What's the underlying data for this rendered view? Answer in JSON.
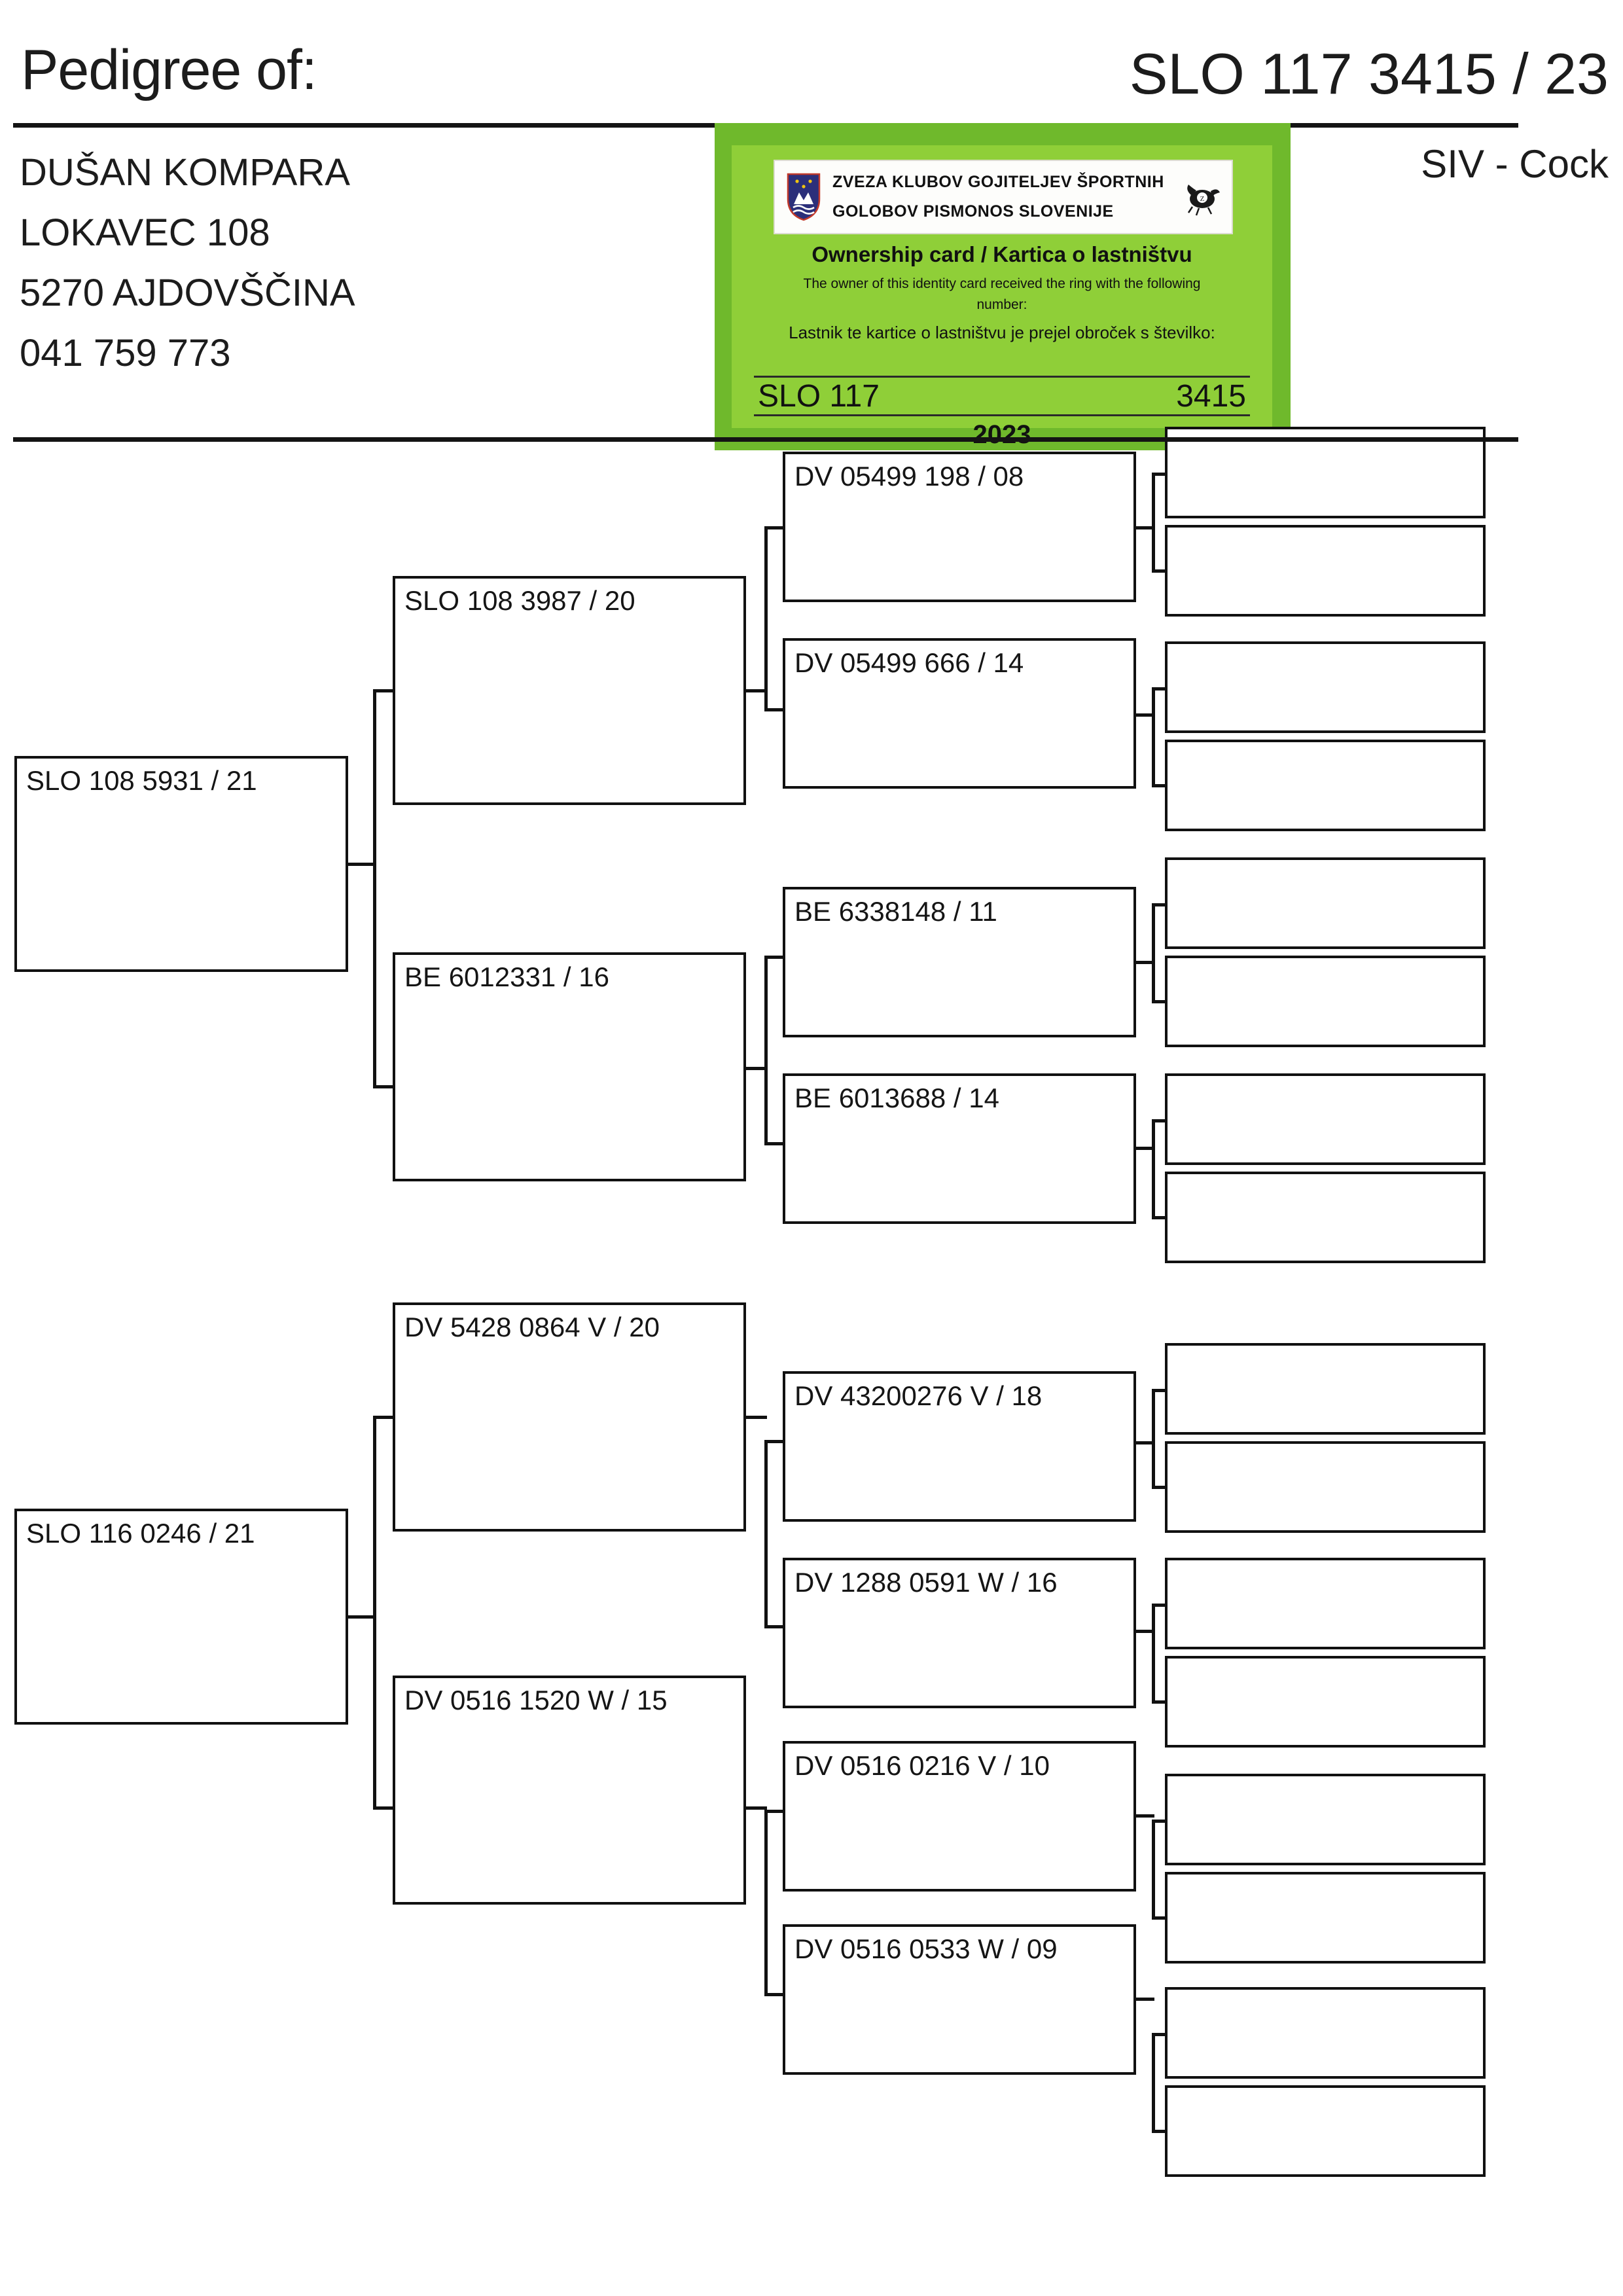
{
  "header": {
    "title": "Pedigree of:",
    "ring_number": "SLO 117 3415 / 23",
    "sex_color": "SIV - Cock",
    "owner": {
      "name": "DUŠAN KOMPARA",
      "street": "LOKAVEC 108",
      "city": "5270 AJDOVŠČINA",
      "phone": "041 759 773"
    }
  },
  "ownership_card": {
    "org_line1": "ZVEZA KLUBOV GOJITELJEV ŠPORTNIH",
    "org_line2": "GOLOBOV PISMONOS SLOVENIJE",
    "title": "Ownership card / Kartica o lastništvu",
    "text_en": "The owner of this identity card received the ring with the following number:",
    "text_sl": "Lastnik te kartice o lastništvu je prejel obroček s številko:",
    "ring_prefix": "SLO 117",
    "ring_serial": "3415",
    "year": "2023",
    "bg_color": "#6fb92c",
    "inner_color": "#8fcf38"
  },
  "pedigree": {
    "gen1": [
      {
        "id": "sire",
        "label": "SLO 108 5931 / 21"
      },
      {
        "id": "dam",
        "label": "SLO 116 0246 / 21"
      }
    ],
    "gen2": [
      {
        "id": "ss",
        "label": "SLO 108 3987 / 20"
      },
      {
        "id": "sd",
        "label": "BE 6012331 / 16"
      },
      {
        "id": "ds",
        "label": "DV 5428 0864 V / 20"
      },
      {
        "id": "dd",
        "label": "DV 0516 1520 W / 15"
      }
    ],
    "gen3": [
      {
        "id": "sss",
        "label": "DV 05499 198 / 08"
      },
      {
        "id": "ssd",
        "label": "DV 05499 666 / 14"
      },
      {
        "id": "sds",
        "label": "BE 6338148 / 11"
      },
      {
        "id": "sdd",
        "label": "BE 6013688 / 14"
      },
      {
        "id": "dss",
        "label": "DV 43200276 V / 18"
      },
      {
        "id": "dsd",
        "label": "DV 1288 0591 W / 16"
      },
      {
        "id": "dds",
        "label": "DV 0516 0216 V / 10"
      },
      {
        "id": "ddd",
        "label": "DV 0516 0533 W / 09"
      }
    ],
    "gen4": [
      {
        "id": "g4-1",
        "label": ""
      },
      {
        "id": "g4-2",
        "label": ""
      },
      {
        "id": "g4-3",
        "label": ""
      },
      {
        "id": "g4-4",
        "label": ""
      },
      {
        "id": "g4-5",
        "label": ""
      },
      {
        "id": "g4-6",
        "label": ""
      },
      {
        "id": "g4-7",
        "label": ""
      },
      {
        "id": "g4-8",
        "label": ""
      },
      {
        "id": "g4-9",
        "label": ""
      },
      {
        "id": "g4-10",
        "label": ""
      },
      {
        "id": "g4-11",
        "label": ""
      },
      {
        "id": "g4-12",
        "label": ""
      },
      {
        "id": "g4-13",
        "label": ""
      },
      {
        "id": "g4-14",
        "label": ""
      },
      {
        "id": "g4-15",
        "label": ""
      },
      {
        "id": "g4-16",
        "label": ""
      }
    ]
  }
}
